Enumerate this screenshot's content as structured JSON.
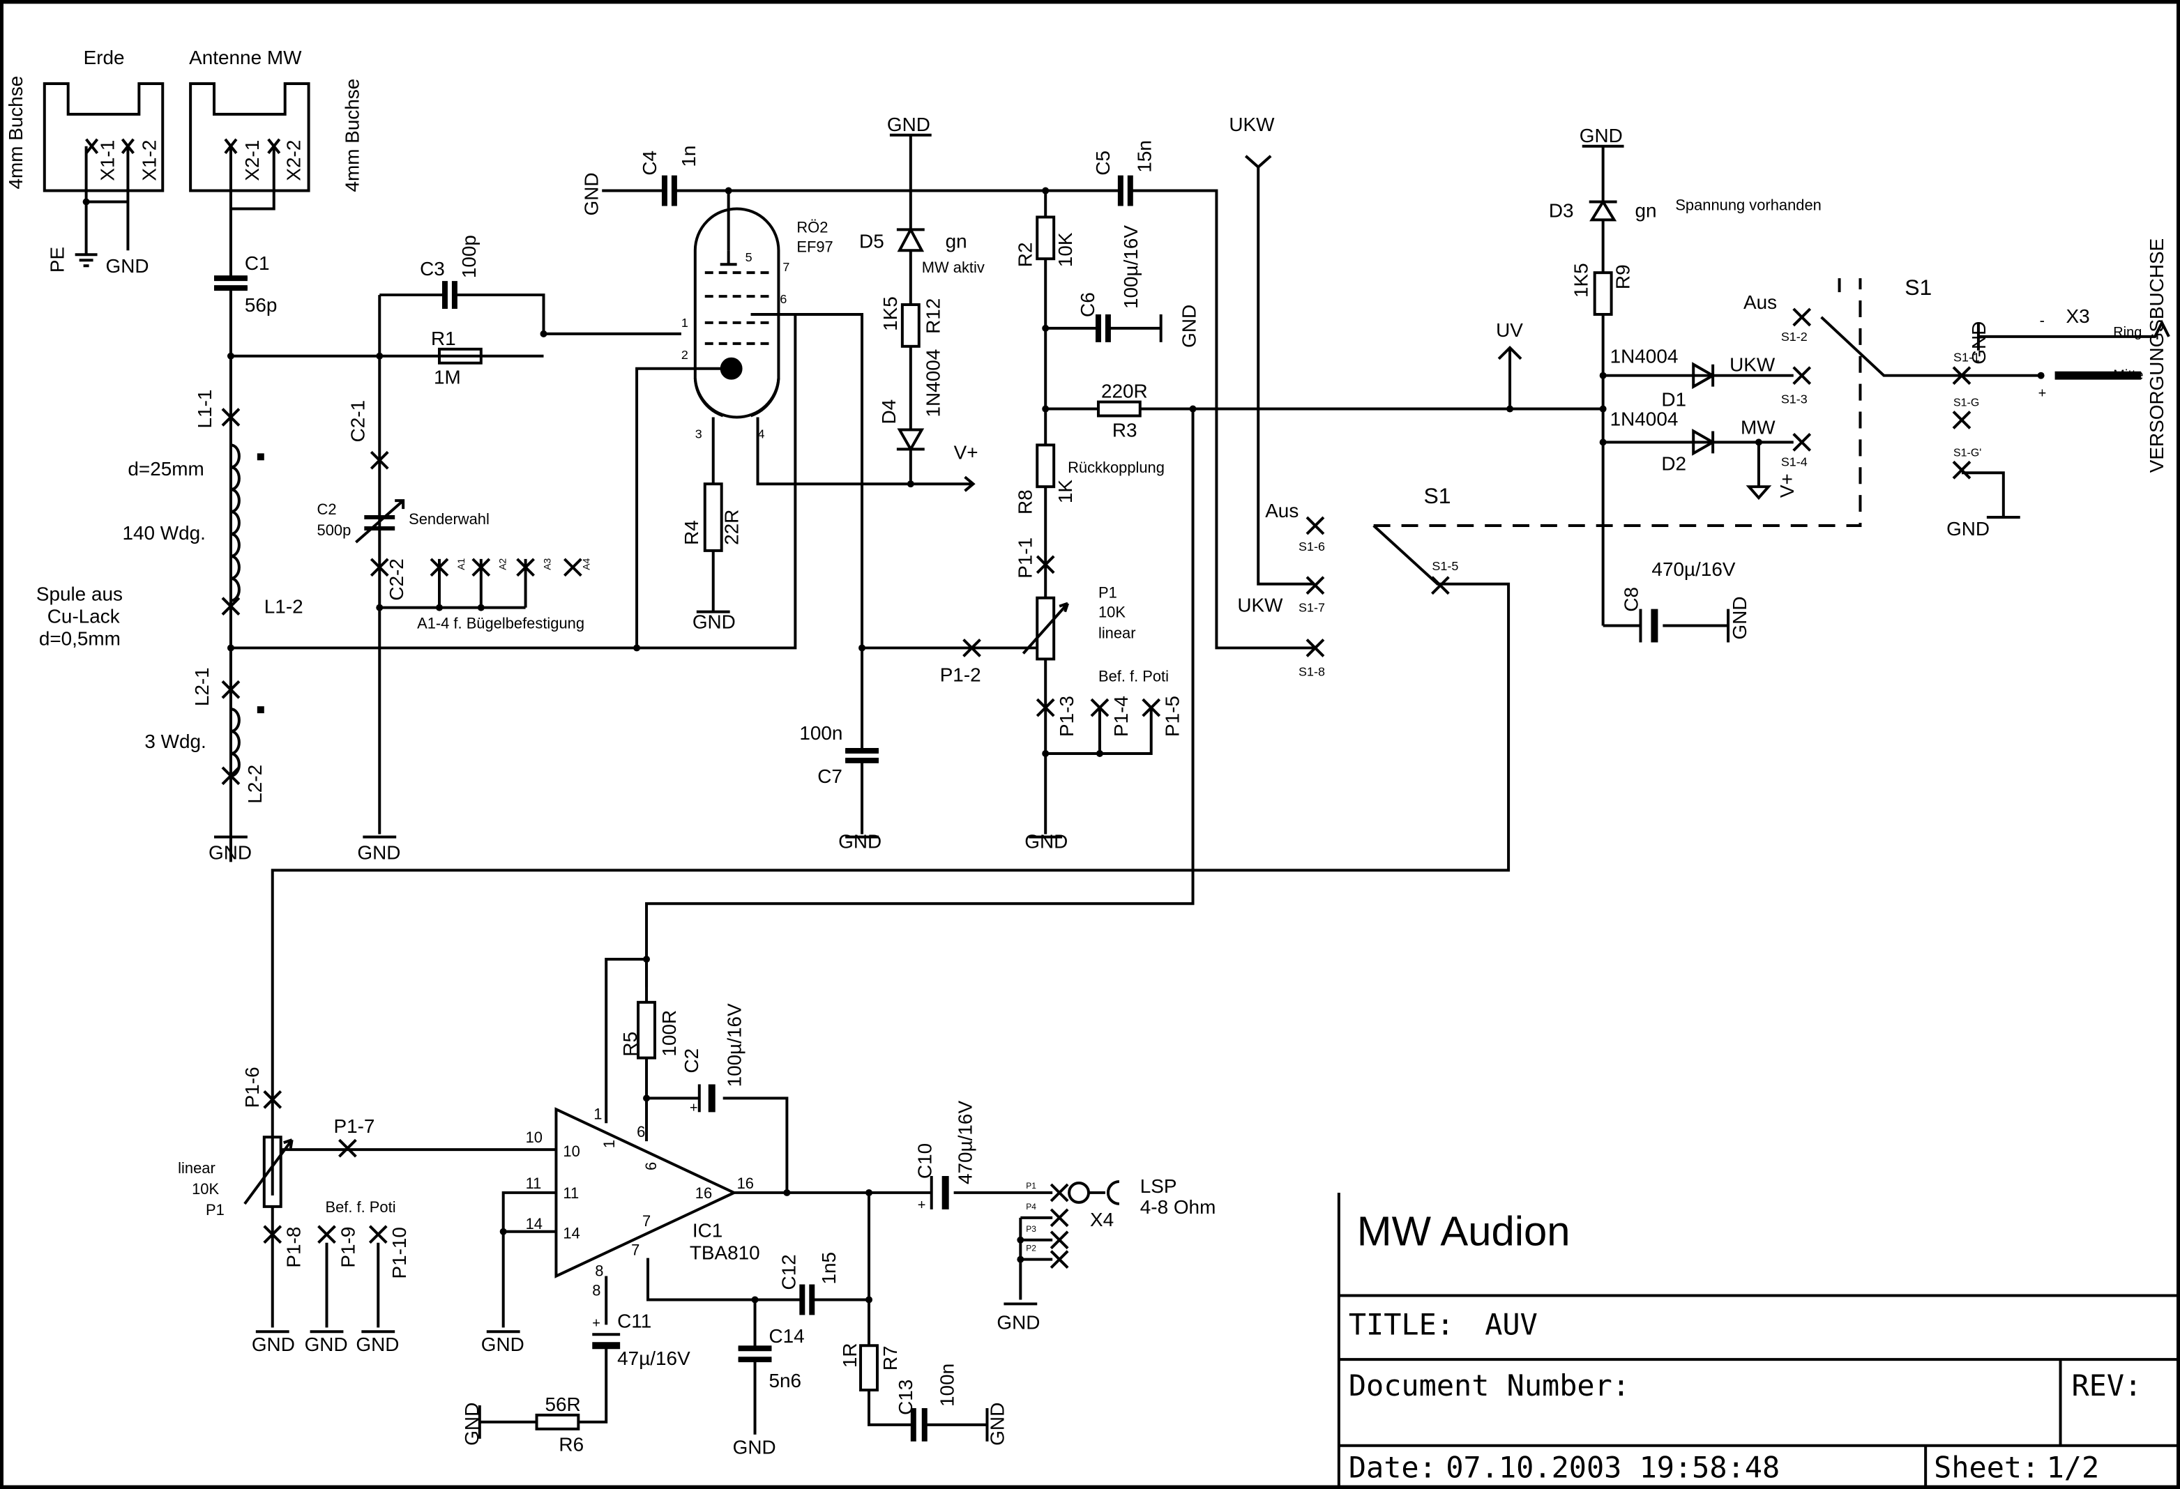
{
  "title_block": {
    "project": "MW Audion",
    "title_label": "TITLE:",
    "title_value": "AUV",
    "docnum_label": "Document Number:",
    "rev_label": "REV:",
    "date_label": "Date:",
    "date_value": "07.10.2003 19:58:48",
    "sheet_label": "Sheet:",
    "sheet_value": "1/2"
  },
  "labels": {
    "erde": "Erde",
    "antenne": "Antenne MW",
    "buchse": "4mm Buchse",
    "x11": "X1-1",
    "x12": "X1-2",
    "x21": "X2-1",
    "x22": "X2-2",
    "pe": "PE",
    "gnd": "GND",
    "c1": "C1",
    "c1v": "56p",
    "c3": "C3",
    "c3v": "100p",
    "r1": "R1",
    "r1v": "1M",
    "c21": "C2-1",
    "c2": "C2",
    "c2v": "500p",
    "senderwahl": "Senderwahl",
    "c22": "C2-2",
    "a1": "A1",
    "a2": "A2",
    "a3": "A3",
    "a4": "A4",
    "bugel": "A1-4 f. Bügelbefestigung",
    "l11": "L1-1",
    "d25": "d=25mm",
    "wdg140": "140 Wdg.",
    "l12": "L1-2",
    "spule1": "Spule aus",
    "spule2": "Cu-Lack",
    "spule3": "d=0,5mm",
    "l21": "L2-1",
    "wdg3": "3 Wdg.",
    "l22": "L2-2",
    "c4": "C4",
    "c4v": "1n",
    "ro2": "RÖ2",
    "ef97": "EF97",
    "pin1": "1",
    "pin2": "2",
    "pin3": "3",
    "pin4": "4",
    "pin5": "5",
    "pin6": "6",
    "pin7": "7",
    "r4": "R4",
    "r4v": "22R",
    "d5": "D5",
    "gn": "gn",
    "mwaktiv": "MW aktiv",
    "r12v": "1K5",
    "r12": "R12",
    "d4": "D4",
    "d4v": "1N4004",
    "vplus": "V+",
    "c5": "C5",
    "c5v": "15n",
    "r2": "R2",
    "r2v": "10K",
    "c6": "C6",
    "c6v": "100µ/16V",
    "r3v": "220R",
    "r3": "R3",
    "r8": "R8",
    "r8v": "1K",
    "rueck": "Rückkopplung",
    "p11": "P1-1",
    "p1": "P1",
    "p1v": "10K",
    "p1lin": "linear",
    "p12": "P1-2",
    "befpoti": "Bef. f. Poti",
    "p13": "P1-3",
    "p14": "P1-4",
    "p15": "P1-5",
    "c7v": "100n",
    "c7": "C7",
    "ukw": "UKW",
    "uv": "UV",
    "aus": "Aus",
    "s16": "S1-6",
    "s17": "S1-7",
    "s18": "S1-8",
    "s15": "S1-5",
    "s1": "S1",
    "d3": "D3",
    "spannung": "Spannung vorhanden",
    "r9v": "1K5",
    "r9": "R9",
    "n4004": "1N4004",
    "d1": "D1",
    "d2": "D2",
    "mw": "MW",
    "s12": "S1-2",
    "s13": "S1-3",
    "s14": "S1-4",
    "s11": "S1-1",
    "s1g": "S1-G",
    "s1g2": "S1-G'",
    "x3": "X3",
    "ring": "Ring",
    "mitte": "Mitte",
    "minus": "-",
    "plus": "+",
    "versorgung": "VERSORGUNGSBUCHSE",
    "c8v": "470µ/16V",
    "c8": "C8",
    "p16": "P1-6",
    "p17": "P1-7",
    "p18": "P1-8",
    "p19": "P1-9",
    "p110": "P1-10",
    "p1b": "P1",
    "lin2": "linear",
    "k10": "10K",
    "r5": "R5",
    "r5v": "100R",
    "c2b": "C2",
    "c2bv": "100µ/16V",
    "ic1": "IC1",
    "tba": "TBA810",
    "n10": "10",
    "n11": "11",
    "n14": "14",
    "n1": "1",
    "n6": "6",
    "n16": "16",
    "n7": "7",
    "n8": "8",
    "c10": "C10",
    "c10v": "470µ/16V",
    "lsp": "LSP",
    "ohm": "4-8 Ohm",
    "x4": "X4",
    "p1s": "P1",
    "p2s": "P2",
    "p3s": "P3",
    "p4s": "P4",
    "c11": "C11",
    "c11v": "47µ/16V",
    "r6v": "56R",
    "r6": "R6",
    "c12": "C12",
    "c12v": "1n5",
    "c14": "C14",
    "c14v": "5n6",
    "r7v": "1R",
    "r7": "R7",
    "c13": "C13",
    "c13v": "100n"
  }
}
